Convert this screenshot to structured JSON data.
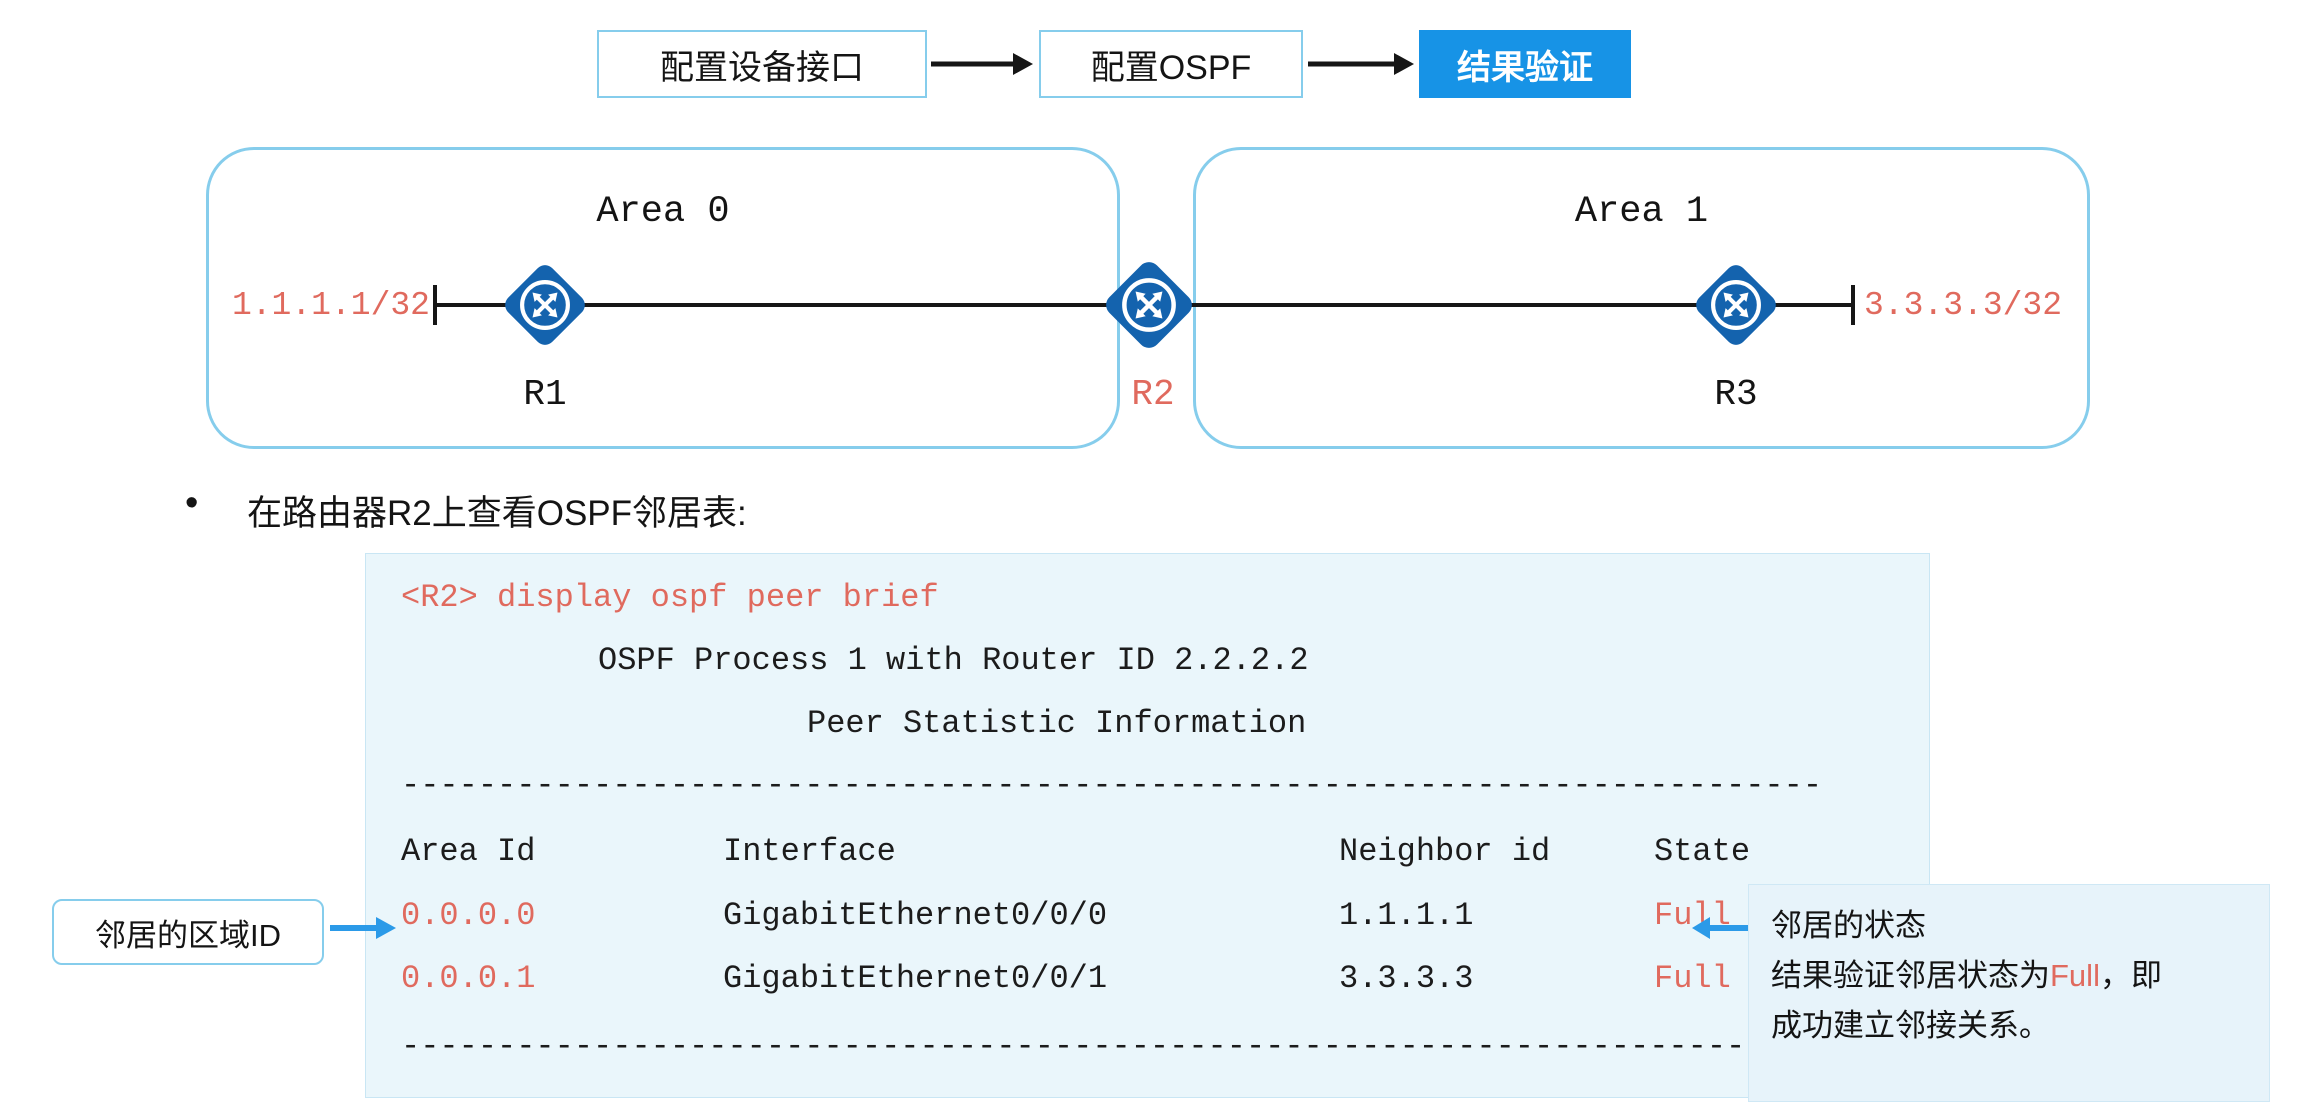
{
  "flow": {
    "steps": [
      {
        "label": "配置设备接口"
      },
      {
        "label": "配置OSPF"
      },
      {
        "label": "结果验证"
      }
    ]
  },
  "topology": {
    "area0": "Area 0",
    "area1": "Area 1",
    "left_ip": "1.1.1.1/32",
    "right_ip": "3.3.3.3/32",
    "r1": "R1",
    "r2": "R2",
    "r3": "R3"
  },
  "bullet": {
    "marker": "•",
    "text": "在路由器R2上查看OSPF邻居表:"
  },
  "console": {
    "command": "<R2> display ospf peer brief",
    "process_line": "OSPF Process 1 with Router ID 2.2.2.2",
    "stat_line": "Peer Statistic Information",
    "divider": "--------------------------------------------------------------------------",
    "headers": {
      "area": "Area Id",
      "interface": "Interface",
      "neighbor": "Neighbor id",
      "state": "State"
    },
    "rows": [
      {
        "area": "0.0.0.0",
        "interface": "GigabitEthernet0/0/0",
        "neighbor": "1.1.1.1",
        "state": "Full"
      },
      {
        "area": "0.0.0.1",
        "interface": "GigabitEthernet0/0/1",
        "neighbor": "3.3.3.3",
        "state": "Full"
      }
    ]
  },
  "callouts": {
    "area_id": "邻居的区域ID",
    "state_title": "邻居的状态",
    "state_pre": "结果验证邻居状态为",
    "state_highlight": "Full",
    "state_mid": "，即",
    "state_line2": "成功建立邻接关系。"
  },
  "colors": {
    "accent_blue": "#1793e6",
    "arrow_blue": "#2b9ae8",
    "highlight_red": "#e06a5e",
    "router_blue": "#1463ae",
    "border_light_blue": "#86cdec",
    "console_bg": "#eaf6fb"
  }
}
